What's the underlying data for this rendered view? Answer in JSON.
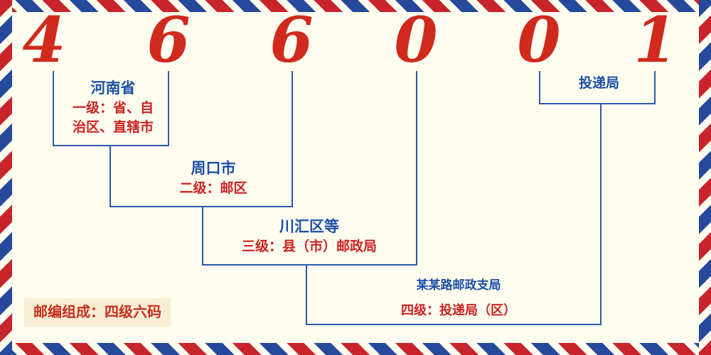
{
  "postal_code": {
    "digits": [
      "4",
      "6",
      "6",
      "0",
      "0",
      "1"
    ]
  },
  "levels": [
    {
      "title": "河南省",
      "desc": [
        "一级：省、自",
        "治区、直辖市"
      ]
    },
    {
      "title": "周口市",
      "desc": [
        "二级：邮区"
      ]
    },
    {
      "title": "川汇区等",
      "desc": [
        "三级：县（市）邮政局"
      ]
    },
    {
      "title": "某某路邮政支局",
      "desc": [
        "四级：投递局（区）"
      ]
    }
  ],
  "delivery_label": "投递局",
  "footer_note": "邮编组成：四级六码",
  "colors": {
    "background": "#fffdf0",
    "digit_red": "#cf2a1d",
    "line_blue": "#2a5ab0",
    "label_blue": "#1c4fa5",
    "label_red": "#cc2222",
    "stripe_red": "#c8242b",
    "stripe_blue": "#27499c",
    "badge_background": "#f8edd2"
  }
}
